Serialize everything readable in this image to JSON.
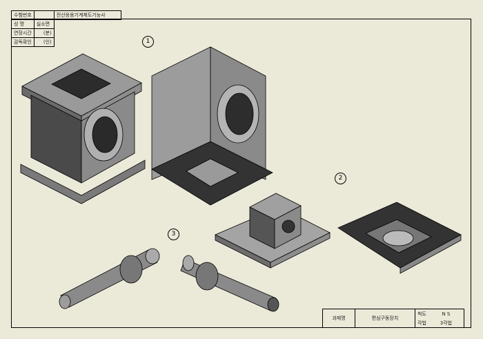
{
  "info_block": {
    "exam_no_label": "수험번호",
    "exam_no": "",
    "exam_title": "전산응용기계제도기능사",
    "name_label": "성 명",
    "name": "실소면",
    "extension_label": "연장시간",
    "extension": "(분)",
    "supervisor_label": "감독확인",
    "supervisor": "(인)"
  },
  "title_block": {
    "project_label": "과제명",
    "project": "편심구동장치",
    "scale_label": "척도",
    "scale": "N S",
    "projection_label": "각법",
    "projection": "3각법"
  },
  "balloons": [
    "1",
    "2",
    "3"
  ]
}
